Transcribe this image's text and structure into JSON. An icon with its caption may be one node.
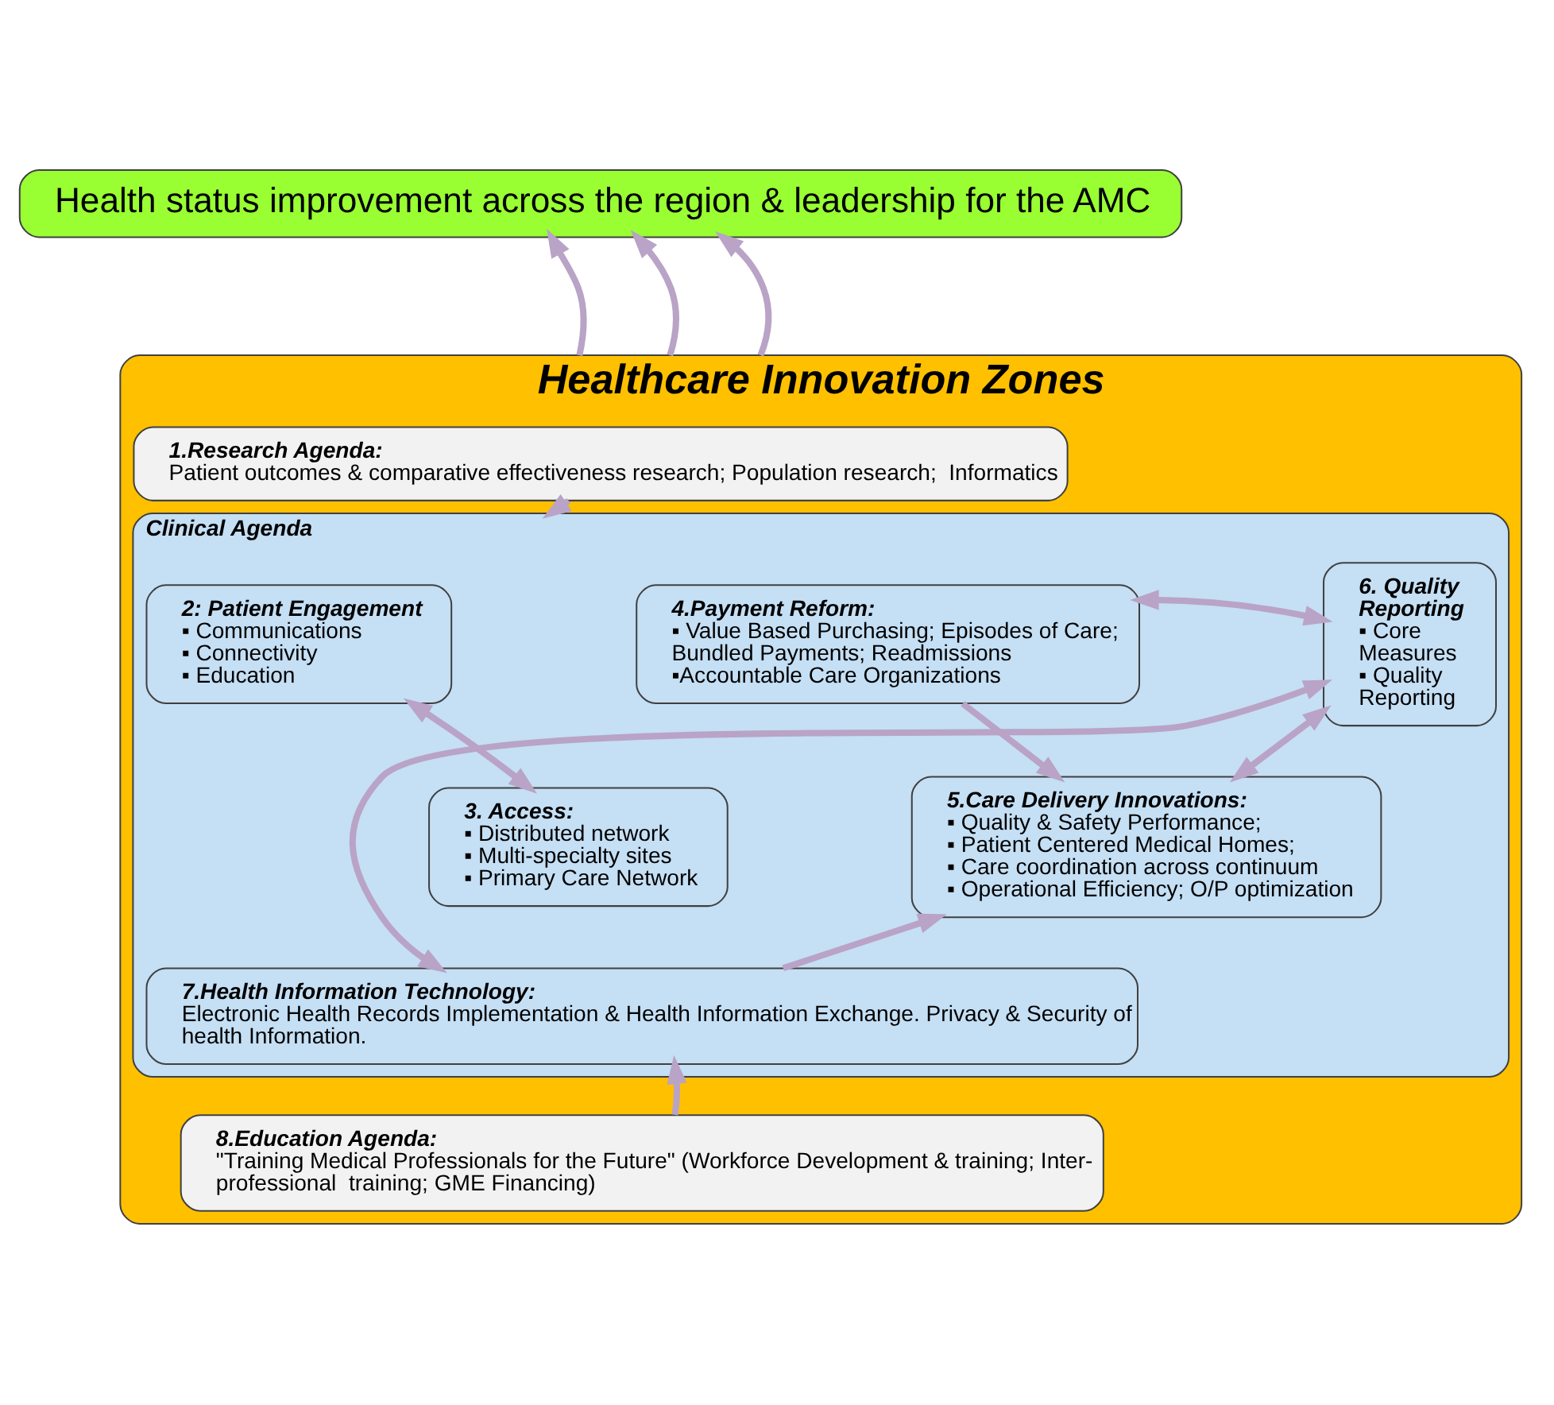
{
  "diagram": {
    "nodes": [
      {
        "text": [
          "Health status improvement across the region & leadership for the AMC"
        ]
      },
      {
        "text": [
          "Healthcare Innovation Zones"
        ]
      },
      {
        "text": [
          "1.Research Agenda:",
          "Patient outcomes & comparative effectiveness research; Population research;  Informatics"
        ],
        "in": 1
      },
      {
        "text": [
          "Clinical Agenda"
        ],
        "in": 1
      },
      {
        "text": [
          "2: Patient Engagement",
          "▪ Communications",
          "▪ Connectivity",
          "▪ Education"
        ],
        "in": 3
      },
      {
        "text": [
          "4.Payment Reform:",
          "▪ Value Based Purchasing; Episodes of Care; Bundled Payments; Readmissions",
          "▪Accountable Care Organizations"
        ],
        "in": 3
      },
      {
        "text": [
          "6. Quality Reporting",
          "▪ Core Measures",
          "▪ Quality Reporting"
        ],
        "in": 3
      },
      {
        "text": [
          "3. Access:",
          "▪ Distributed network",
          "▪ Multi-specialty sites",
          "▪ Primary Care Network"
        ],
        "in": 3
      },
      {
        "text": [
          "5.Care Delivery Innovations:",
          "▪ Quality & Safety Performance;",
          "▪ Patient Centered Medical Homes;",
          "▪ Care coordination across continuum",
          "▪ Operational Efficiency; O/P optimization"
        ],
        "in": 3
      },
      {
        "text": [
          "7.Health Information Technology:",
          "Electronic Health Records Implementation & Health Information Exchange. Privacy & Security of health Information."
        ],
        "in": 3
      },
      {
        "text": [
          "8.Education Agenda:",
          "\"Training Medical Professionals for the Future\" (Workforce Development & training; Inter-professional  training; GME Financing)"
        ],
        "in": 1
      }
    ],
    "edges": [
      {
        "from": 1,
        "to": 0,
        "arrow": "to"
      },
      {
        "from": 1,
        "to": 0,
        "arrow": "to"
      },
      {
        "from": 1,
        "to": 0,
        "arrow": "to"
      },
      {
        "from": 2,
        "to": 3,
        "arrow": "to"
      },
      {
        "from": 4,
        "to": 7,
        "arrow": "both"
      },
      {
        "from": 5,
        "to": 6,
        "arrow": "both"
      },
      {
        "from": 5,
        "to": 8,
        "arrow": "to"
      },
      {
        "from": 8,
        "to": 6,
        "arrow": "both"
      },
      {
        "from": 9,
        "to": 8,
        "arrow": "to"
      },
      {
        "from": 6,
        "to": 9,
        "arrow": "both"
      },
      {
        "from": 10,
        "to": 9,
        "arrow": "to"
      }
    ]
  }
}
